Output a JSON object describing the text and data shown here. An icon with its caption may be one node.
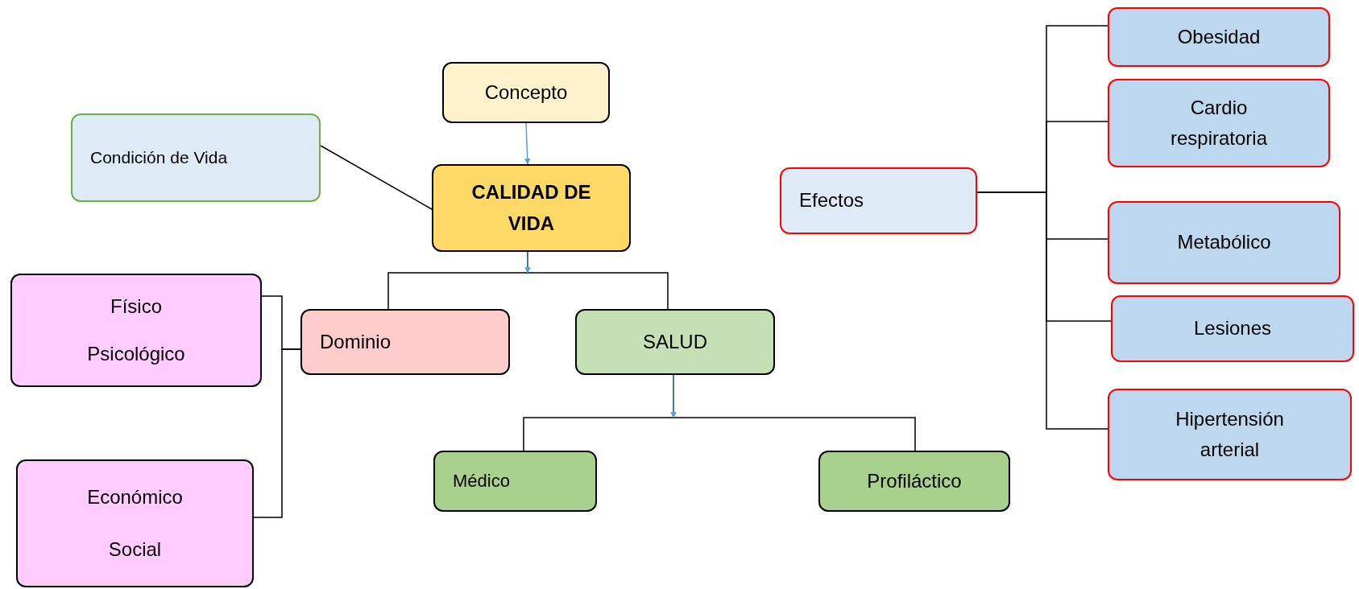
{
  "diagram": {
    "nodes": [
      {
        "text": [
          "Concepto"
        ]
      },
      {
        "text": [
          "Condición de Vida"
        ]
      },
      {
        "text": [
          "CALIDAD DE VIDA"
        ]
      },
      {
        "text": [
          "Físico",
          "Psicológico"
        ]
      },
      {
        "text": [
          "Dominio"
        ]
      },
      {
        "text": [
          "SALUD"
        ]
      },
      {
        "text": [
          "Económico",
          "Social"
        ]
      },
      {
        "text": [
          "Médico"
        ]
      },
      {
        "text": [
          "Profiláctico"
        ]
      },
      {
        "text": [
          "Efectos"
        ]
      },
      {
        "text": [
          "Obesidad"
        ]
      },
      {
        "text": [
          "Cardio respiratoria"
        ]
      },
      {
        "text": [
          "Metabólico"
        ]
      },
      {
        "text": [
          "Lesiones"
        ]
      },
      {
        "text": [
          "Hipertensión arterial"
        ]
      }
    ],
    "edges": [
      {
        "from": 0,
        "to": 2,
        "arrow": "to",
        "color": "#5b9bd5"
      },
      {
        "from": 1,
        "to": 2,
        "arrow": "none"
      },
      {
        "from": 2,
        "to": 4,
        "arrow": "none"
      },
      {
        "from": 2,
        "to": 5,
        "arrow": "none"
      },
      {
        "from": 3,
        "to": 4,
        "arrow": "none"
      },
      {
        "from": 6,
        "to": 4,
        "arrow": "none"
      },
      {
        "from": 5,
        "to": 7,
        "arrow": "none"
      },
      {
        "from": 5,
        "to": 8,
        "arrow": "none"
      },
      {
        "from": 9,
        "to": 10,
        "arrow": "none"
      },
      {
        "from": 9,
        "to": 11,
        "arrow": "none"
      },
      {
        "from": 9,
        "to": 12,
        "arrow": "none"
      },
      {
        "from": 9,
        "to": 13,
        "arrow": "none"
      },
      {
        "from": 9,
        "to": 14,
        "arrow": "none"
      },
      {
        "from": 2,
        "to": null,
        "arrow": "to",
        "color": "#5b9bd5"
      },
      {
        "from": 5,
        "to": null,
        "arrow": "to",
        "color": "#5b9bd5"
      }
    ]
  }
}
